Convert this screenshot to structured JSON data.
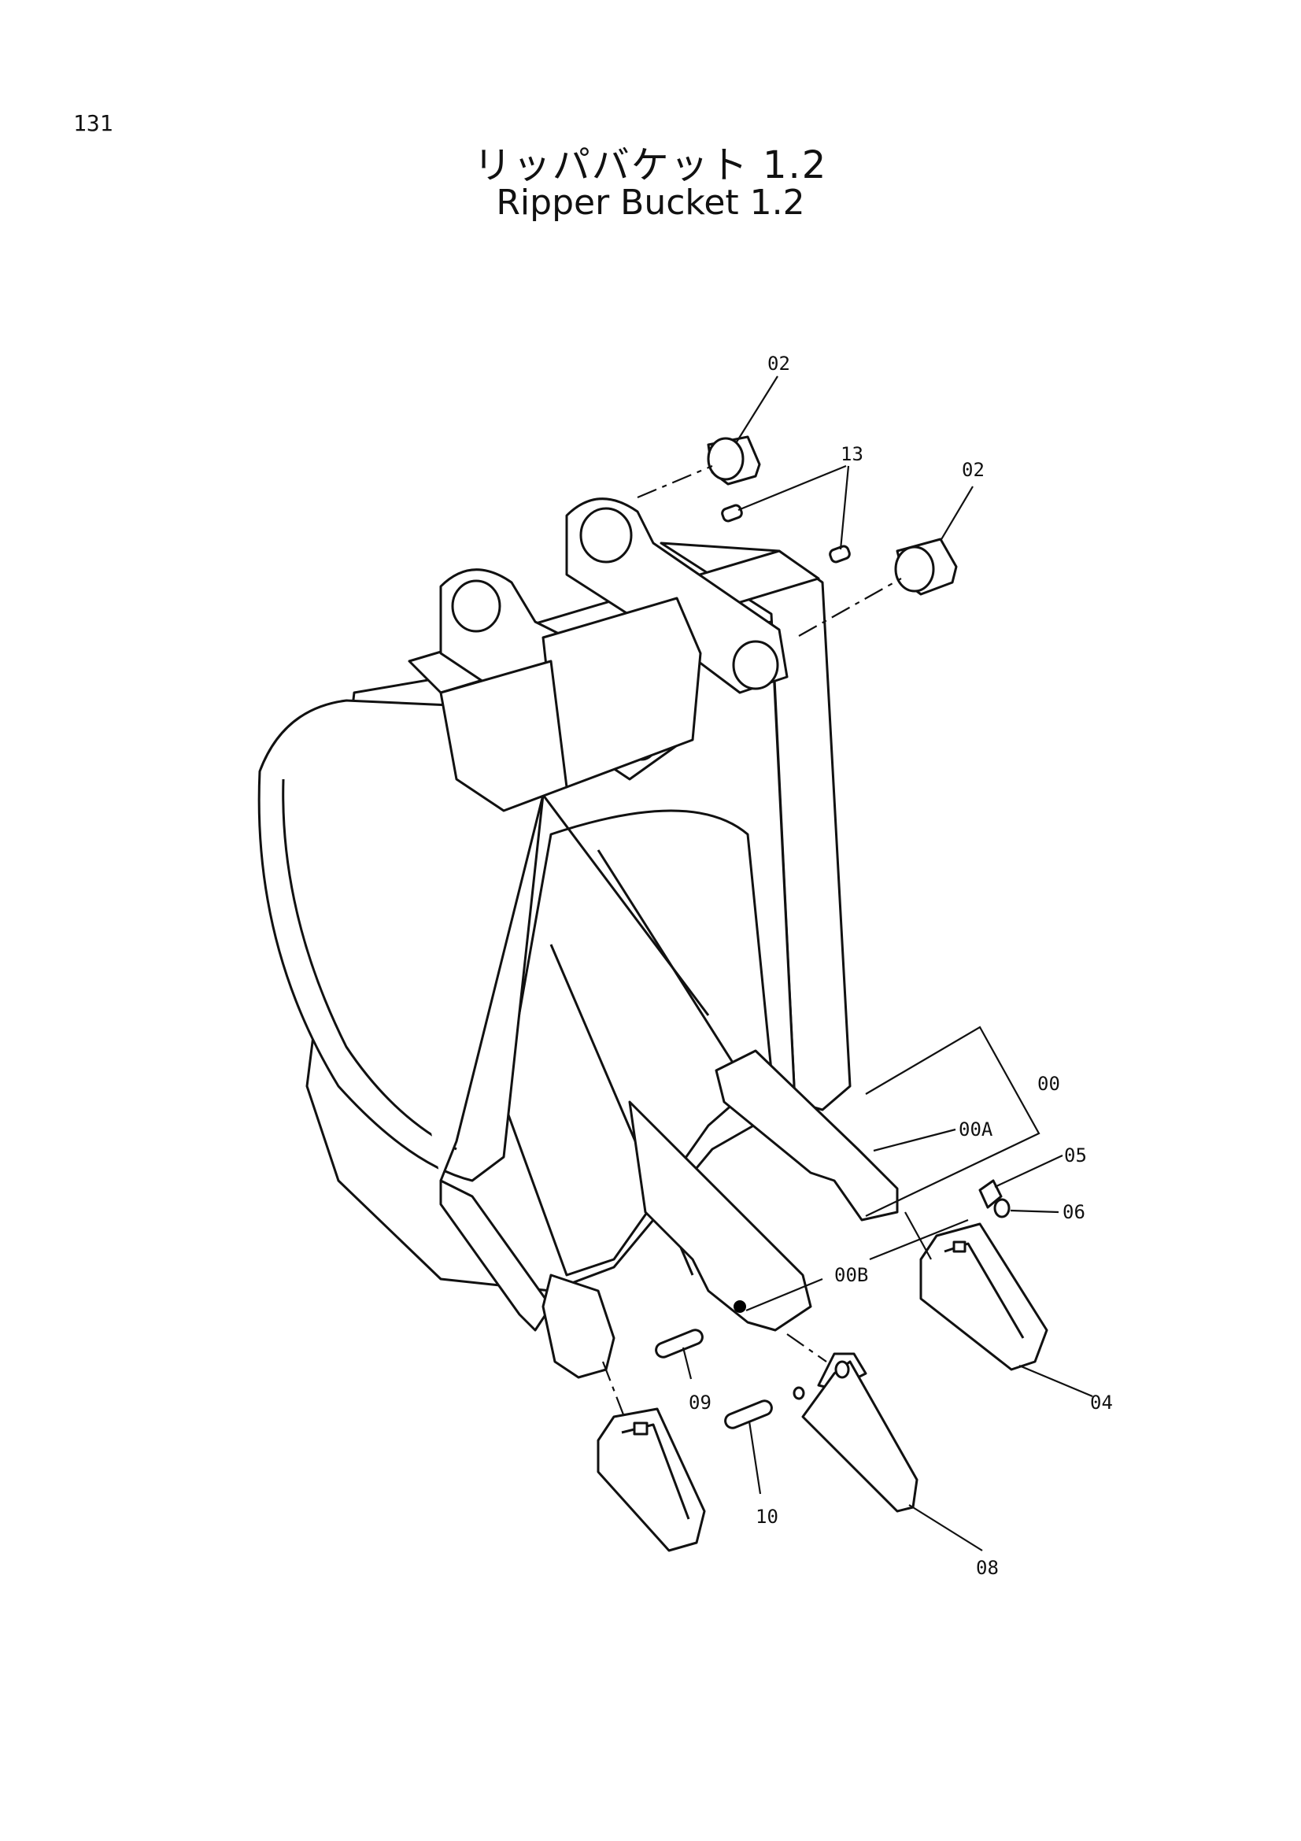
{
  "page": {
    "number": "131"
  },
  "title": {
    "japanese": "リッパバケット 1.2",
    "english": "Ripper Bucket 1.2"
  },
  "callouts": [
    {
      "id": "bushing-upper",
      "label": "02"
    },
    {
      "id": "pins-13",
      "label": "13"
    },
    {
      "id": "bushing-right",
      "label": "02"
    },
    {
      "id": "assy-00",
      "label": "00"
    },
    {
      "id": "assy-00a",
      "label": "00A"
    },
    {
      "id": "lock-05",
      "label": "05"
    },
    {
      "id": "washer-06",
      "label": "06"
    },
    {
      "id": "shank-00b",
      "label": "00B"
    },
    {
      "id": "tooth-04",
      "label": "04"
    },
    {
      "id": "pin-09",
      "label": "09"
    },
    {
      "id": "pin-10",
      "label": "10"
    },
    {
      "id": "tooth-08",
      "label": "08"
    }
  ],
  "colors": {
    "ink": "#111111",
    "paper": "#ffffff"
  }
}
